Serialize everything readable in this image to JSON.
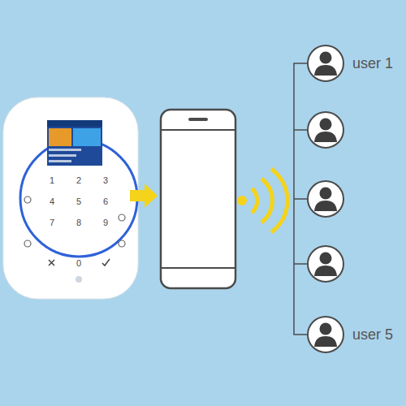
{
  "diagram": {
    "nodes": [
      {
        "text": [
          "user 1"
        ]
      },
      {
        "text": [
          "user 5"
        ]
      }
    ],
    "edges": [
      {
        "from": 0,
        "to": 1,
        "arrow": "none"
      }
    ],
    "labels": [
      "1",
      "2",
      "3",
      "4",
      "5",
      "6",
      "7",
      "8",
      "9",
      "0"
    ]
  }
}
